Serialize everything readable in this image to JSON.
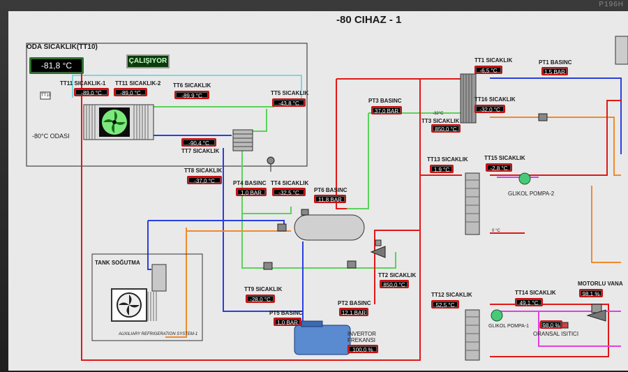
{
  "bezel_brand": "P196H",
  "title": "-80 CIHAZ - 1",
  "room": {
    "header": "ODA SICAKLIK(TT10)",
    "value": "-81,8 °C",
    "status": "ÇALIŞIYOR",
    "name": "-80°C ODASI",
    "sensor_tag": "TT10"
  },
  "sensors": {
    "tt11a": {
      "label": "TT11 SICAKLIK-1",
      "value": "-89,0 °C"
    },
    "tt11b": {
      "label": "TT11 SICAKLIK-2",
      "value": "-89,0 °C"
    },
    "tt6": {
      "label": "TT6 SICAKLIK",
      "value": "-89,9 °C"
    },
    "tt5": {
      "label": "TT5 SICAKLIK",
      "value": "-43,8 °C"
    },
    "tt7": {
      "label": "TT7 SICAKLIK",
      "value": "-90,4 °C"
    },
    "tt8": {
      "label": "TT8 SICAKLIK",
      "value": "-37,0 °C"
    },
    "pt4": {
      "label": "PT4 BASINC",
      "value": "1,0 BAR"
    },
    "tt4": {
      "label": "TT4 SICAKLIK",
      "value": "-32,5 °C"
    },
    "pt6": {
      "label": "PT6 BASINC",
      "value": "11,8 BAR"
    },
    "pt3": {
      "label": "PT3 BASINC",
      "value": "37,0 BAR"
    },
    "tt1": {
      "label": "TT1 SICAKLIK",
      "value": "-6,5 °C"
    },
    "pt1": {
      "label": "PT1 BASINC",
      "value": "1,5 BAR"
    },
    "tt16": {
      "label": "TT16 SICAKLIK",
      "value": "-32,0 °C"
    },
    "tt3": {
      "label": "TT3 SICAKLIK",
      "value": "850,0 °C"
    },
    "tt13": {
      "label": "TT13 SICAKLIK",
      "value": "1,9 °C"
    },
    "tt15": {
      "label": "TT15 SICAKLIK",
      "value": "-2,8 °C"
    },
    "tt9": {
      "label": "TT9 SICAKLIK",
      "value": "-28,0 °C"
    },
    "tt2": {
      "label": "TT2 SICAKLIK",
      "value": "850,0 °C"
    },
    "pt2": {
      "label": "PT2 BASINC",
      "value": "12,1 BAR"
    },
    "pt5": {
      "label": "PT5 BASINC",
      "value": "1,0 BAR"
    },
    "tt12": {
      "label": "TT12 SICAKLIK",
      "value": "52,5 °C"
    },
    "tt14": {
      "label": "TT14 SICAKLIK",
      "value": "49,1 °C"
    }
  },
  "inverter": {
    "label": "INVERTOR FREKANSI",
    "value": "100,0 %"
  },
  "motor_valve": {
    "label": "MOTORLU VANA",
    "value": "98,1 %"
  },
  "heater": {
    "label": "ORANSAL ISITICI",
    "value": "98,0 %"
  },
  "pumps": {
    "glycol2": "GLIKOL POMPA-2",
    "glycol1": "GLIKOL POMPA-1"
  },
  "tank": {
    "label": "TANK SOĞUTMA",
    "system": "AUXILIARY REFRIGERATION SYSTEM-1"
  },
  "small_labels": {
    "minus32": "-32°C",
    "zero": "0 °C"
  },
  "colors": {
    "red": "#e01818",
    "blue": "#2a3ee0",
    "green": "#5ad25a",
    "cyan": "#7ad8e0",
    "orange": "#f08a2a",
    "magenta": "#e040e0",
    "panel": "#e9e9e9",
    "display_bg": "#000000",
    "run_status": "#0c3a0c"
  }
}
